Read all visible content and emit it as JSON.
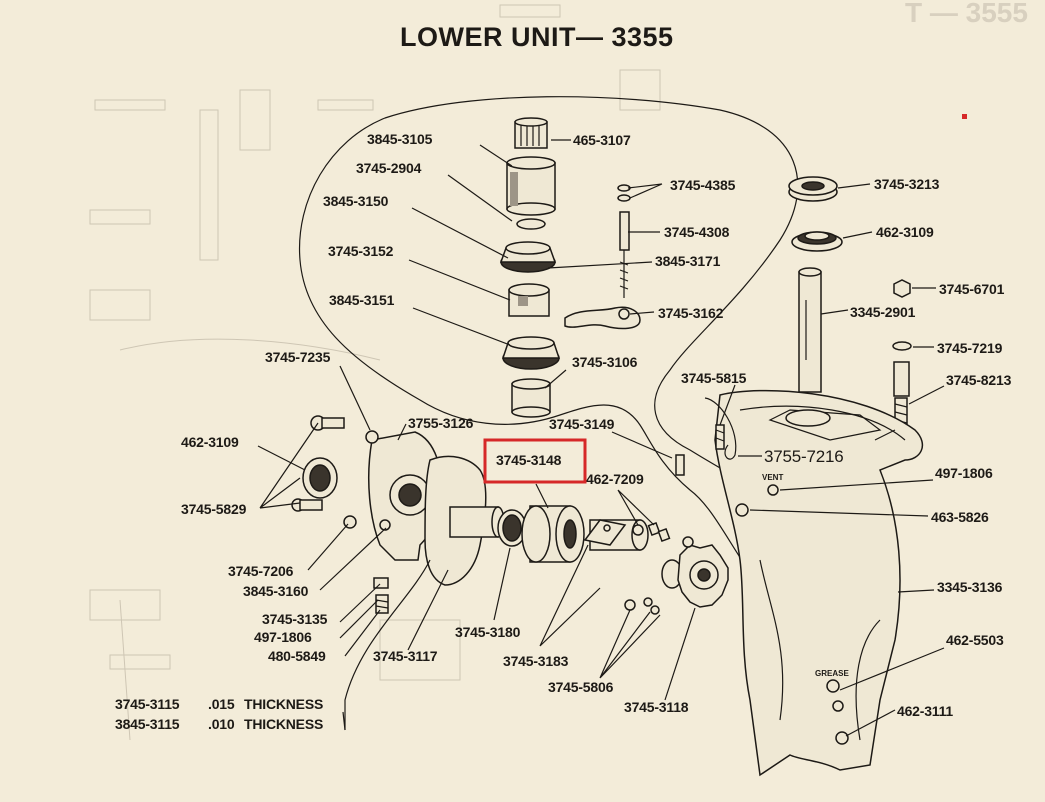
{
  "title": "LOWER UNIT— 3355",
  "ghost_title": "T — 3555",
  "labels": {
    "p465_3107": "465-3107",
    "p3845_3105": "3845-3105",
    "p3745_2904": "3745-2904",
    "p3845_3150": "3845-3150",
    "p3745_3152": "3745-3152",
    "p3845_3151": "3845-3151",
    "p3745_4385": "3745-4385",
    "p3745_4308": "3745-4308",
    "p3845_3171": "3845-3171",
    "p3745_3162": "3745-3162",
    "p3745_3106": "3745-3106",
    "p3745_3213": "3745-3213",
    "p462_3109_top": "462-3109",
    "p3345_2901": "3345-2901",
    "p3745_6701": "3745-6701",
    "p3745_7219": "3745-7219",
    "p3745_8213": "3745-8213",
    "p3745_5815": "3745-5815",
    "p3755_7216": "3755-7216",
    "p497_1806_right": "497-1806",
    "p463_5826": "463-5826",
    "p3345_3136": "3345-3136",
    "p462_5503": "462-5503",
    "p462_3111": "462-3111",
    "p3745_7235": "3745-7235",
    "p3755_3126": "3755-3126",
    "p3745_3149": "3745-3149",
    "p3745_3148": "3745-3148",
    "p462_7209": "462-7209",
    "p462_3109_left": "462-3109",
    "p3745_5829": "3745-5829",
    "p3745_7206": "3745-7206",
    "p3845_3160": "3845-3160",
    "p3745_3135": "3745-3135",
    "p497_1806_left": "497-1806",
    "p480_5849": "480-5849",
    "p3745_3117": "3745-3117",
    "p3745_3180": "3745-3180",
    "p3745_3183": "3745-3183",
    "p3745_5806": "3745-5806",
    "p3745_3118": "3745-3118"
  },
  "thickness_notes": [
    {
      "part": "3745-3115",
      "value": ".015",
      "unit": "THICKNESS"
    },
    {
      "part": "3845-3115",
      "value": ".010",
      "unit": "THICKNESS"
    }
  ],
  "part_markings": {
    "vent": "VENT",
    "grease": "GREASE"
  },
  "highlight": {
    "part": "3745-3148",
    "color": "#d62828"
  }
}
